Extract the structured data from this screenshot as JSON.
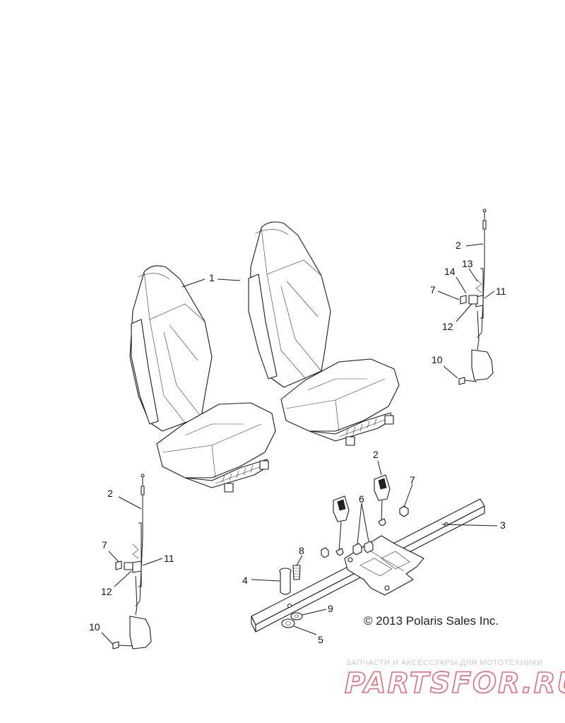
{
  "callouts": {
    "seat_left": "1",
    "belt_right_upper": "2",
    "belt_left": "2",
    "belt_center": "2",
    "bar": "3",
    "bolt": "4",
    "washer_nut": "5",
    "screws_pair": "6",
    "nut_center": "7",
    "nut_right": "7",
    "nut_left": "7",
    "stud": "8",
    "washer": "9",
    "anchor_right": "10",
    "anchor_left": "10",
    "spacer_right": "11",
    "spacer_left": "11",
    "bushing_right": "12",
    "bushing_left": "12",
    "spring": "13",
    "clip": "14"
  },
  "copyright": "© 2013 Polaris Sales Inc.",
  "watermark": {
    "tagline": "ЗАПЧАСТИ И АКСЕССУАРЫ ДЛЯ МОТОТЕХНИКИ",
    "brand": "PARTSFOR.RU"
  }
}
